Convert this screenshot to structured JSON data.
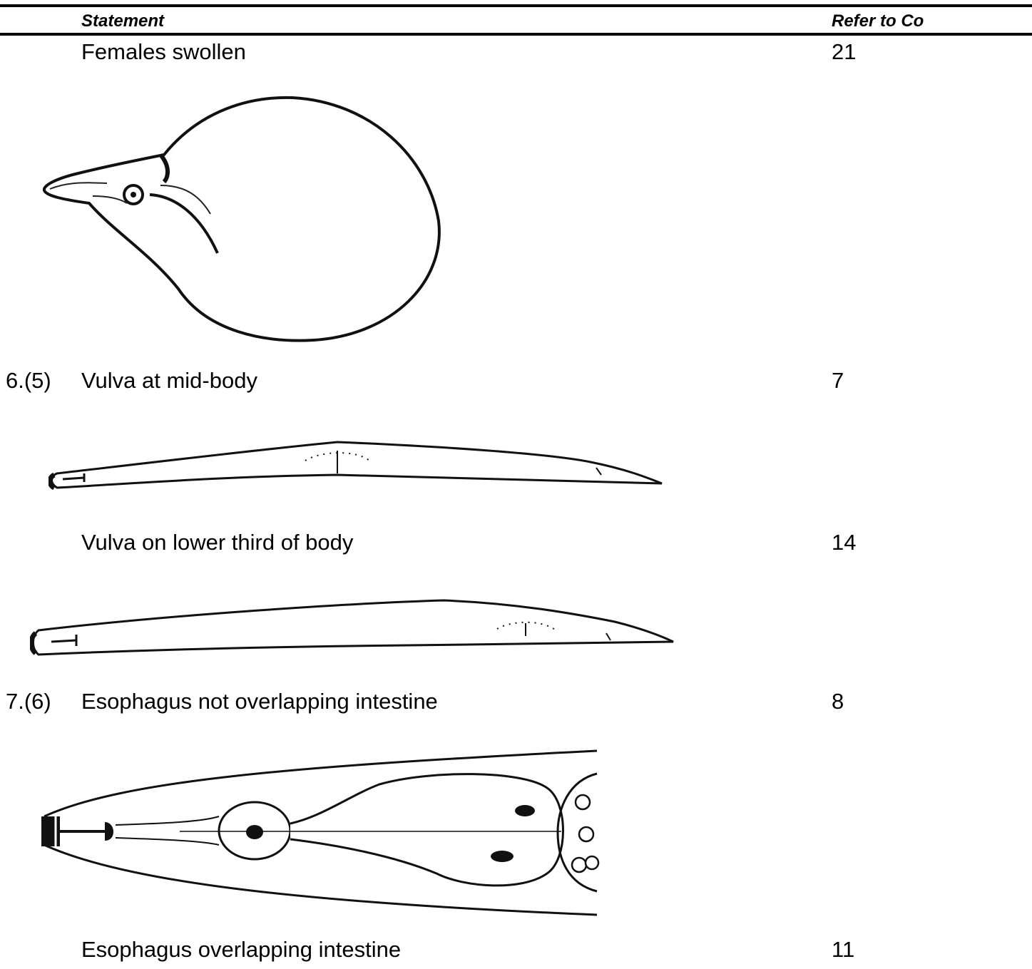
{
  "header": {
    "statement_label": "Statement",
    "refer_label": "Refer to Co"
  },
  "rows": [
    {
      "couplet": "",
      "statement": "Females swollen",
      "refer": "21"
    },
    {
      "couplet": "6.(5)",
      "statement": "Vulva at mid-body",
      "refer": "7"
    },
    {
      "couplet": "",
      "statement": "Vulva on lower third of body",
      "refer": "14"
    },
    {
      "couplet": "7.(6)",
      "statement": "Esophagus not overlapping intestine",
      "refer": "8"
    },
    {
      "couplet": "",
      "statement": "Esophagus overlapping intestine",
      "refer": "11"
    }
  ],
  "figures": {
    "swollen_female": "swollen-female-nematode-illustration",
    "vulva_mid": "nematode-vulva-mid-body-illustration",
    "vulva_lower": "nematode-vulva-lower-third-illustration",
    "esophagus": "esophagus-not-overlapping-intestine-illustration"
  }
}
